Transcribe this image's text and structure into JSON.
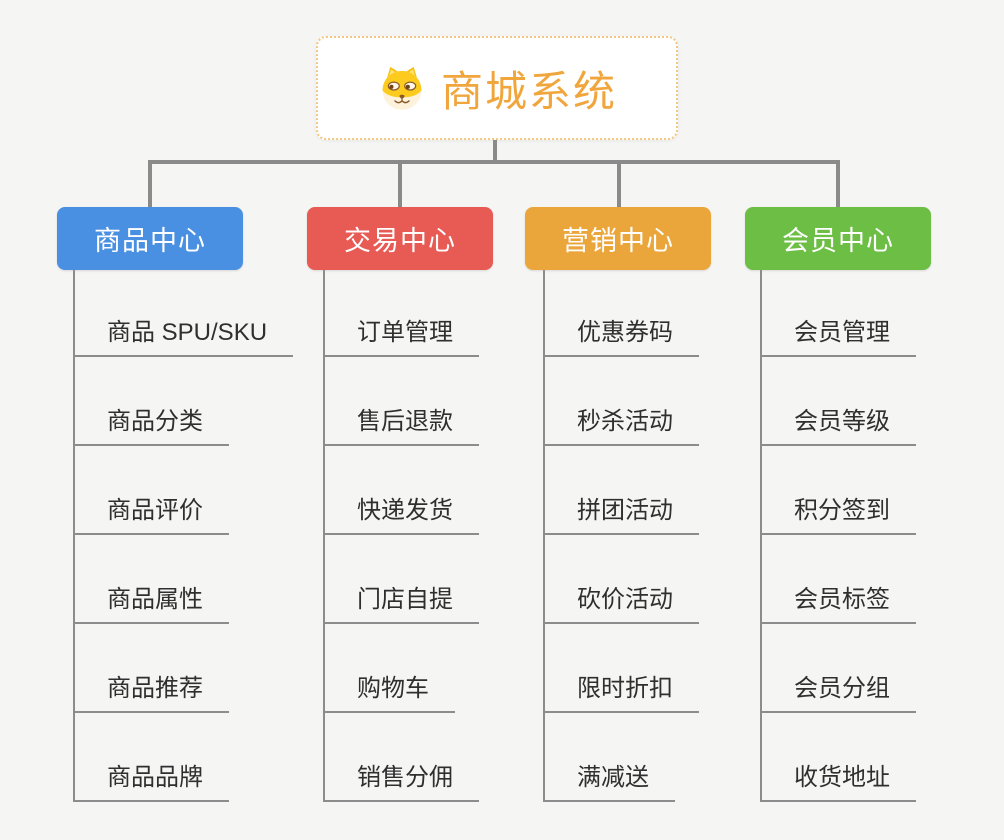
{
  "root": {
    "title": "商城系统",
    "icon": "dog-face-icon"
  },
  "branches": [
    {
      "label": "商品中心",
      "color": "#4a90e2",
      "children": [
        "商品 SPU/SKU",
        "商品分类",
        "商品评价",
        "商品属性",
        "商品推荐",
        "商品品牌"
      ]
    },
    {
      "label": "交易中心",
      "color": "#e85a54",
      "children": [
        "订单管理",
        "售后退款",
        "快递发货",
        "门店自提",
        "购物车",
        "销售分佣"
      ]
    },
    {
      "label": "营销中心",
      "color": "#eba63b",
      "children": [
        "优惠券码",
        "秒杀活动",
        "拼团活动",
        "砍价活动",
        "限时折扣",
        "满减送"
      ]
    },
    {
      "label": "会员中心",
      "color": "#6cbe44",
      "children": [
        "会员管理",
        "会员等级",
        "积分签到",
        "会员标签",
        "会员分组",
        "收货地址"
      ]
    }
  ],
  "colors": {
    "background": "#f5f5f4",
    "connector": "#8c8c8c",
    "root_connector": "#8a8a8a",
    "root_title": "#f0a63c",
    "root_border": "#f3c77f",
    "leaf_text": "#2f2f2f",
    "icon_yellow": "#fccb1e",
    "icon_cream": "#fdf3dd",
    "icon_brown": "#8a5a2a"
  }
}
